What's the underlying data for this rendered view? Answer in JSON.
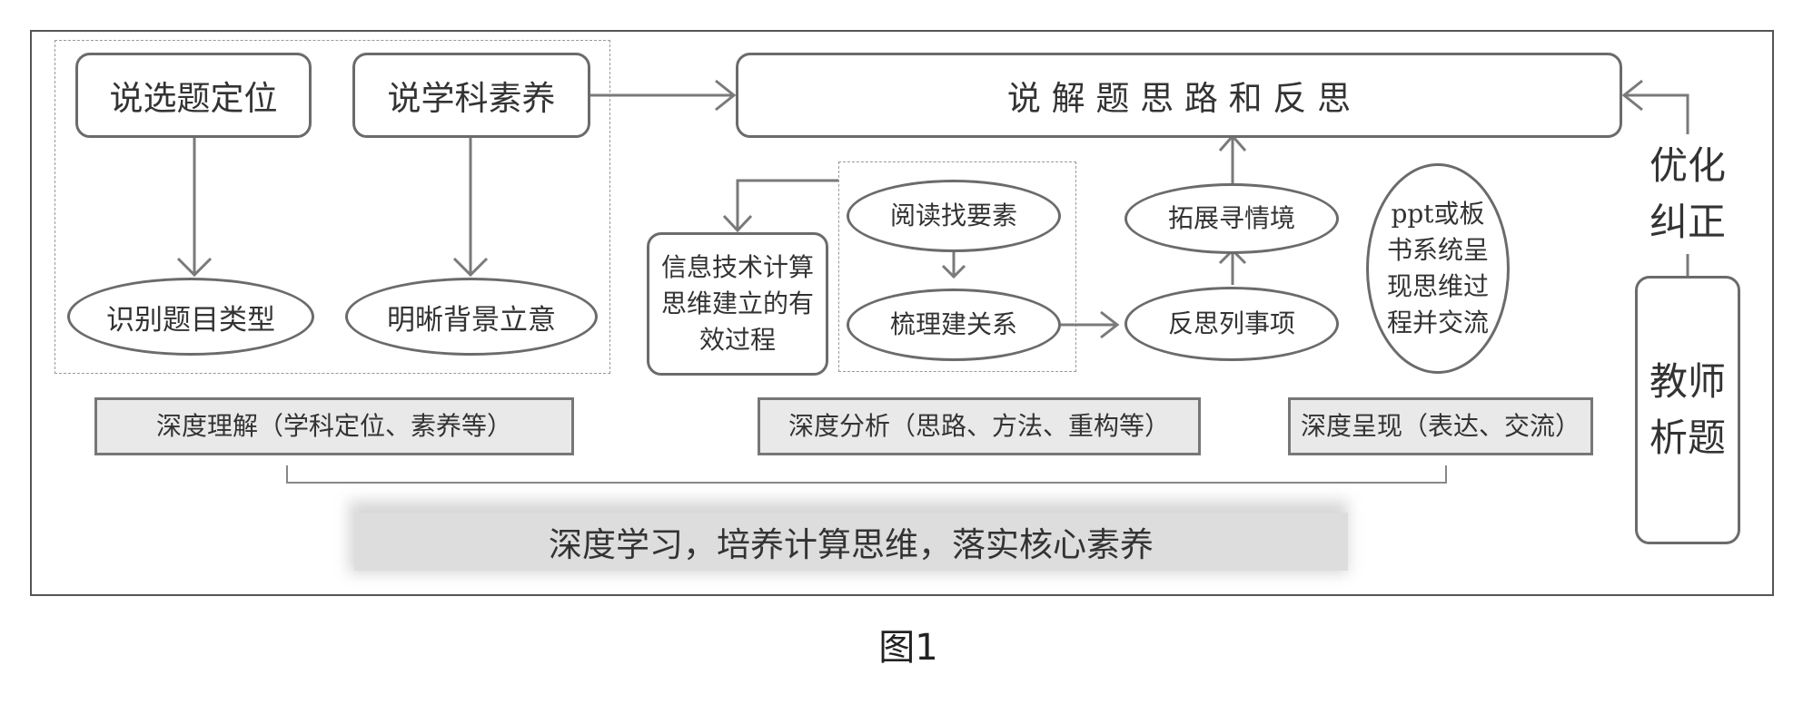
{
  "boxes": {
    "choose_position": "说选题定位",
    "discipline_literacy": "说学科素养",
    "solution_reflection": "说 解 题 思 路 和 反 思",
    "it_process": "信息技术计算思维建立的有效过程",
    "ppt": "ppt或板书系统呈现思维过程并交流",
    "teacher_analysis": "教师析题"
  },
  "ovals": {
    "identify_type": "识别题目类型",
    "clarify_background": "明晰背景立意",
    "read_elements": "阅读找要素",
    "sort_relations": "梳理建关系",
    "extend_context": "拓展寻情境",
    "reflect_items": "反思列事项"
  },
  "labels": {
    "deep_understanding": "深度理解（学科定位、素养等）",
    "deep_analysis": "深度分析（思路、方法、重构等）",
    "deep_presentation": "深度呈现（表达、交流）",
    "summary": "深度学习，培养计算思维，落实核心素养"
  },
  "side_text": "优化纠正",
  "caption": "图1"
}
